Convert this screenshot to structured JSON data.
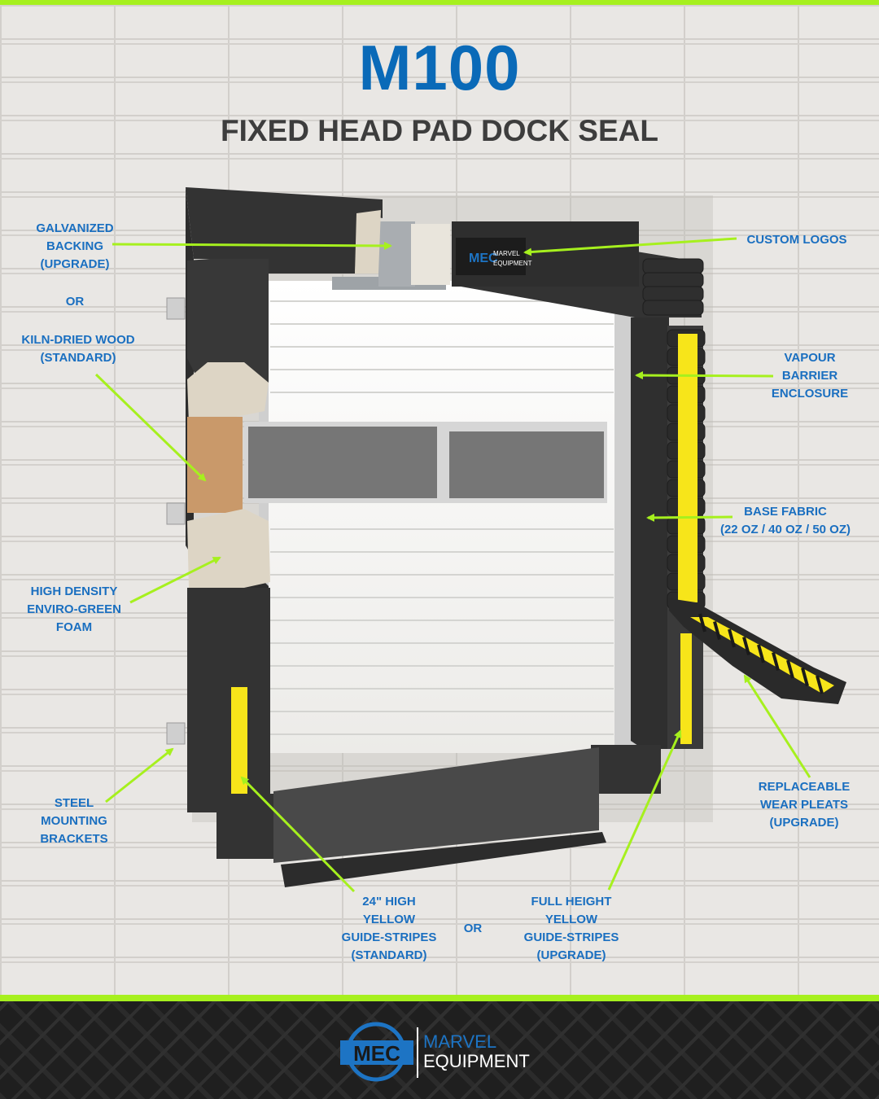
{
  "header": {
    "model": "M100",
    "product": "FIXED HEAD PAD DOCK SEAL"
  },
  "labels": {
    "galvanized": [
      "GALVANIZED",
      "BACKING",
      "(UPGRADE)"
    ],
    "or_left": "OR",
    "kiln": [
      "KILN-DRIED WOOD",
      "(STANDARD)"
    ],
    "foam": [
      "HIGH DENSITY",
      "ENVIRO-GREEN",
      "FOAM"
    ],
    "brackets": [
      "STEEL",
      "MOUNTING",
      "BRACKETS"
    ],
    "custom_logos": "CUSTOM LOGOS",
    "vapour": [
      "VAPOUR",
      "BARRIER",
      "ENCLOSURE"
    ],
    "base_fabric": [
      "BASE FABRIC",
      "(22 OZ / 40 OZ / 50 OZ)"
    ],
    "pleats": [
      "REPLACEABLE",
      "WEAR PLEATS",
      "(UPGRADE)"
    ],
    "stripes_24": [
      "24\" HIGH",
      "YELLOW",
      "GUIDE-STRIPES",
      "(STANDARD)"
    ],
    "or_bottom": "OR",
    "stripes_full": [
      "FULL HEIGHT",
      "YELLOW",
      "GUIDE-STRIPES",
      "(UPGRADE)"
    ]
  },
  "sign": {
    "mark": "MEC",
    "line1": "MARVEL",
    "line2": "EQUIPMENT"
  },
  "footer_logo": {
    "mark": "MEC",
    "line1": "MARVEL",
    "line2": "EQUIPMENT"
  },
  "colors": {
    "title_blue": "#0a6ab8",
    "subtitle_gray": "#3d3d3d",
    "label_blue": "#1a6fc0",
    "arrow_green": "#a6f01e",
    "accent_line": "#a6f01e",
    "pad_dark": "#333333",
    "stripe_yellow": "#f7e51a",
    "foam": "#ddd5c5",
    "wood": "#c9996a",
    "door_white": "#f4f4f2",
    "window_gray": "#777777",
    "logo_blue": "#1d74c4"
  }
}
